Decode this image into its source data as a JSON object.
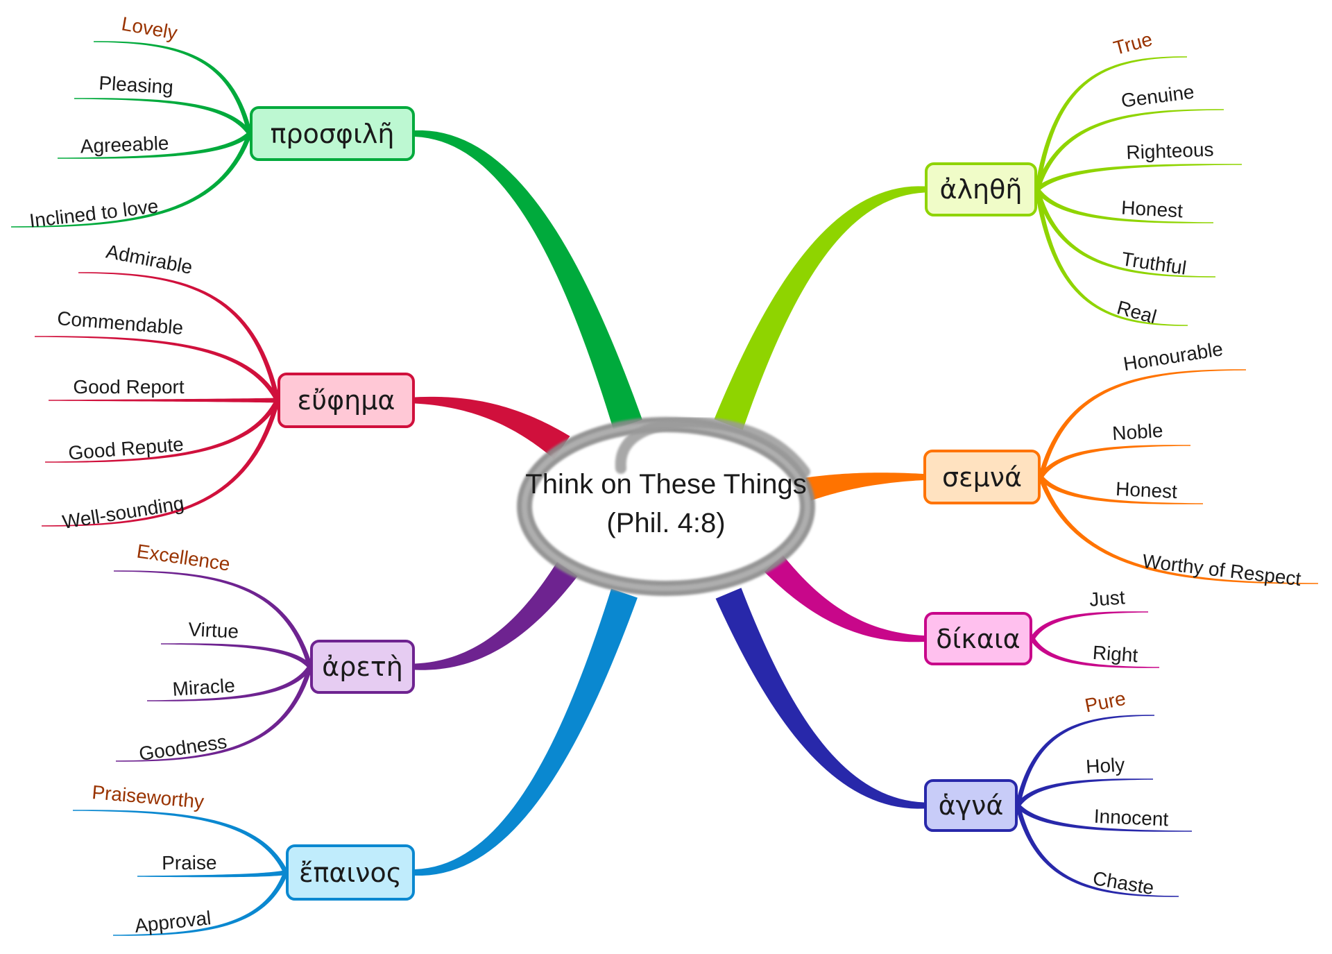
{
  "title": "Think on These Things",
  "subtitle": "(Phil. 4:8)",
  "accent_label_color": "#993300",
  "branches": [
    {
      "id": "prosphile",
      "label": "προσφιλῆ",
      "line_color": "#00AA3C",
      "fill_color": "#BDF8D2",
      "side": "left",
      "leaves": [
        {
          "label": "Lovely",
          "accent": true
        },
        {
          "label": "Pleasing",
          "accent": false
        },
        {
          "label": "Agreeable",
          "accent": false
        },
        {
          "label": "Inclined to love",
          "accent": false
        }
      ]
    },
    {
      "id": "euphema",
      "label": "εὔφημα",
      "line_color": "#D0103C",
      "fill_color": "#FFC8D6",
      "side": "left",
      "leaves": [
        {
          "label": "Admirable",
          "accent": false
        },
        {
          "label": "Commendable",
          "accent": false
        },
        {
          "label": "Good Report",
          "accent": false
        },
        {
          "label": "Good Repute",
          "accent": false
        },
        {
          "label": "Well-sounding",
          "accent": false
        }
      ]
    },
    {
      "id": "arete",
      "label": "ἀρετὴ",
      "line_color": "#6E2390",
      "fill_color": "#E6CCF2",
      "side": "left",
      "leaves": [
        {
          "label": "Excellence",
          "accent": true
        },
        {
          "label": "Virtue",
          "accent": false
        },
        {
          "label": "Miracle",
          "accent": false
        },
        {
          "label": "Goodness",
          "accent": false
        }
      ]
    },
    {
      "id": "epainos",
      "label": "ἔπαινος",
      "line_color": "#0A88D0",
      "fill_color": "#C0ECFC",
      "side": "left",
      "leaves": [
        {
          "label": "Praiseworthy",
          "accent": true
        },
        {
          "label": "Praise",
          "accent": false
        },
        {
          "label": "Approval",
          "accent": false
        }
      ]
    },
    {
      "id": "alethe",
      "label": "ἀληθῆ",
      "line_color": "#8FD400",
      "fill_color": "#F0FCC8",
      "side": "right",
      "leaves": [
        {
          "label": "True",
          "accent": true
        },
        {
          "label": "Genuine",
          "accent": false
        },
        {
          "label": "Righteous",
          "accent": false
        },
        {
          "label": "Honest",
          "accent": false
        },
        {
          "label": "Truthful",
          "accent": false
        },
        {
          "label": "Real",
          "accent": false
        }
      ]
    },
    {
      "id": "semna",
      "label": "σεμνά",
      "line_color": "#FF7300",
      "fill_color": "#FFE2C0",
      "side": "right",
      "leaves": [
        {
          "label": "Honourable",
          "accent": false
        },
        {
          "label": "Noble",
          "accent": false
        },
        {
          "label": "Honest",
          "accent": false
        },
        {
          "label": "Worthy of Respect",
          "accent": false
        }
      ]
    },
    {
      "id": "dikaia",
      "label": "δίκαια",
      "line_color": "#C8078A",
      "fill_color": "#FFC0EE",
      "side": "right",
      "leaves": [
        {
          "label": "Just",
          "accent": false
        },
        {
          "label": "Right",
          "accent": false
        }
      ]
    },
    {
      "id": "hagna",
      "label": "ἁγνά",
      "line_color": "#2828AA",
      "fill_color": "#C8CCF8",
      "side": "right",
      "leaves": [
        {
          "label": "Pure",
          "accent": true
        },
        {
          "label": "Holy",
          "accent": false
        },
        {
          "label": "Innocent",
          "accent": false
        },
        {
          "label": "Chaste",
          "accent": false
        }
      ]
    }
  ]
}
